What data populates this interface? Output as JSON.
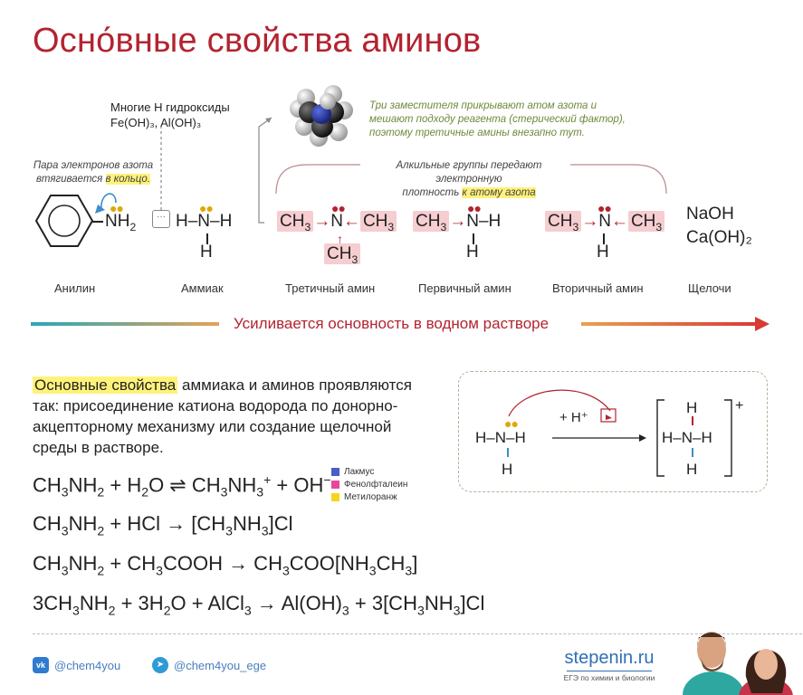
{
  "title": "Осно́вные свойства аминов",
  "hydroxides": {
    "line1": "Многие H гидроксиды",
    "line2": "Fe(OH)₃, Al(OH)₃"
  },
  "aniline_note": {
    "line1": "Пара электронов азота",
    "line2": "втягивается",
    "highlight": "в кольцо."
  },
  "steric_note": {
    "line1": "Три заместителя прикрывают атом азота и",
    "line2": "мешают подходу реагента (стерический фактор),",
    "line3": "поэтому третичные амины внезапно тут."
  },
  "alkyl_note": {
    "line1": "Алкильные группы передают электронную",
    "line2": "плотность",
    "highlight": "к атому азота"
  },
  "labels": {
    "aniline": "Анилин",
    "ammonia": "Аммиак",
    "tertiary": "Третичный  амин",
    "primary": "Первичный амин",
    "secondary": "Вторичный амин",
    "alkali": "Щелочи"
  },
  "alkali": {
    "line1": "NaOH",
    "line2": "Ca(OH)₂"
  },
  "basicity_arrow": "Усиливается основность в водном растворе",
  "paragraph": {
    "highlight": "Основные свойства",
    "rest_line1": " аммиака и аминов проявляются",
    "line2": "так: присоединение катиона водорода по донорно-",
    "line3": "акцепторному механизму или создание щелочной",
    "line4": "среды в растворе."
  },
  "mechanism": {
    "reagent": "+ H⁺",
    "charge": "+"
  },
  "indicators": [
    {
      "name": "Лакмус",
      "color": "#4a5fc1"
    },
    {
      "name": "Фенолфталеин",
      "color": "#e8489a"
    },
    {
      "name": "Метилоранж",
      "color": "#f7d51c"
    }
  ],
  "footer": {
    "vk": "@chem4you",
    "telegram": "@chem4you_ege",
    "brand": "stepenin.ru",
    "brand_sub": "ЕГЭ по химии и биологии"
  },
  "colors": {
    "title": "#b3232f",
    "accent_red": "#b3232f",
    "highlight": "#fff27a",
    "pink_box": "#f6cdd0",
    "note_green": "#6e8a3a"
  }
}
